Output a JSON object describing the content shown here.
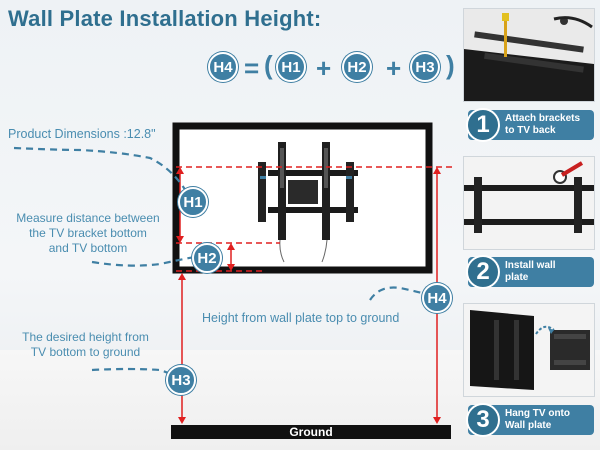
{
  "title": "Wall Plate Installation Height:",
  "formula": {
    "lhs": "H4",
    "equals": "=",
    "open_paren": "(",
    "terms": [
      "H1",
      "H2",
      "H3"
    ],
    "plus": "+",
    "close_paren": ")"
  },
  "markers": {
    "h1": "H1",
    "h2": "H2",
    "h3": "H3",
    "h4": "H4"
  },
  "labels": {
    "product_dimensions": "Product Dimensions :12.8\"",
    "measure_line1": "Measure distance between",
    "measure_line2": "the TV bracket bottom",
    "measure_line3": "and TV bottom",
    "desired_line1": "The desired height from",
    "desired_line2": "TV bottom to ground",
    "wall_plate_height": "Height from wall plate top to ground"
  },
  "ground": "Ground",
  "steps": [
    {
      "number": "1",
      "line1": "Attach brackets",
      "line2": "to TV back"
    },
    {
      "number": "2",
      "line1": "Install wall",
      "line2": "plate"
    },
    {
      "number": "3",
      "line1": "Hang TV onto",
      "line2": "Wall plate"
    }
  ],
  "colors": {
    "accent": "#3f7fa3",
    "dashed_red": "#e02020",
    "tv_frame": "#111111"
  }
}
